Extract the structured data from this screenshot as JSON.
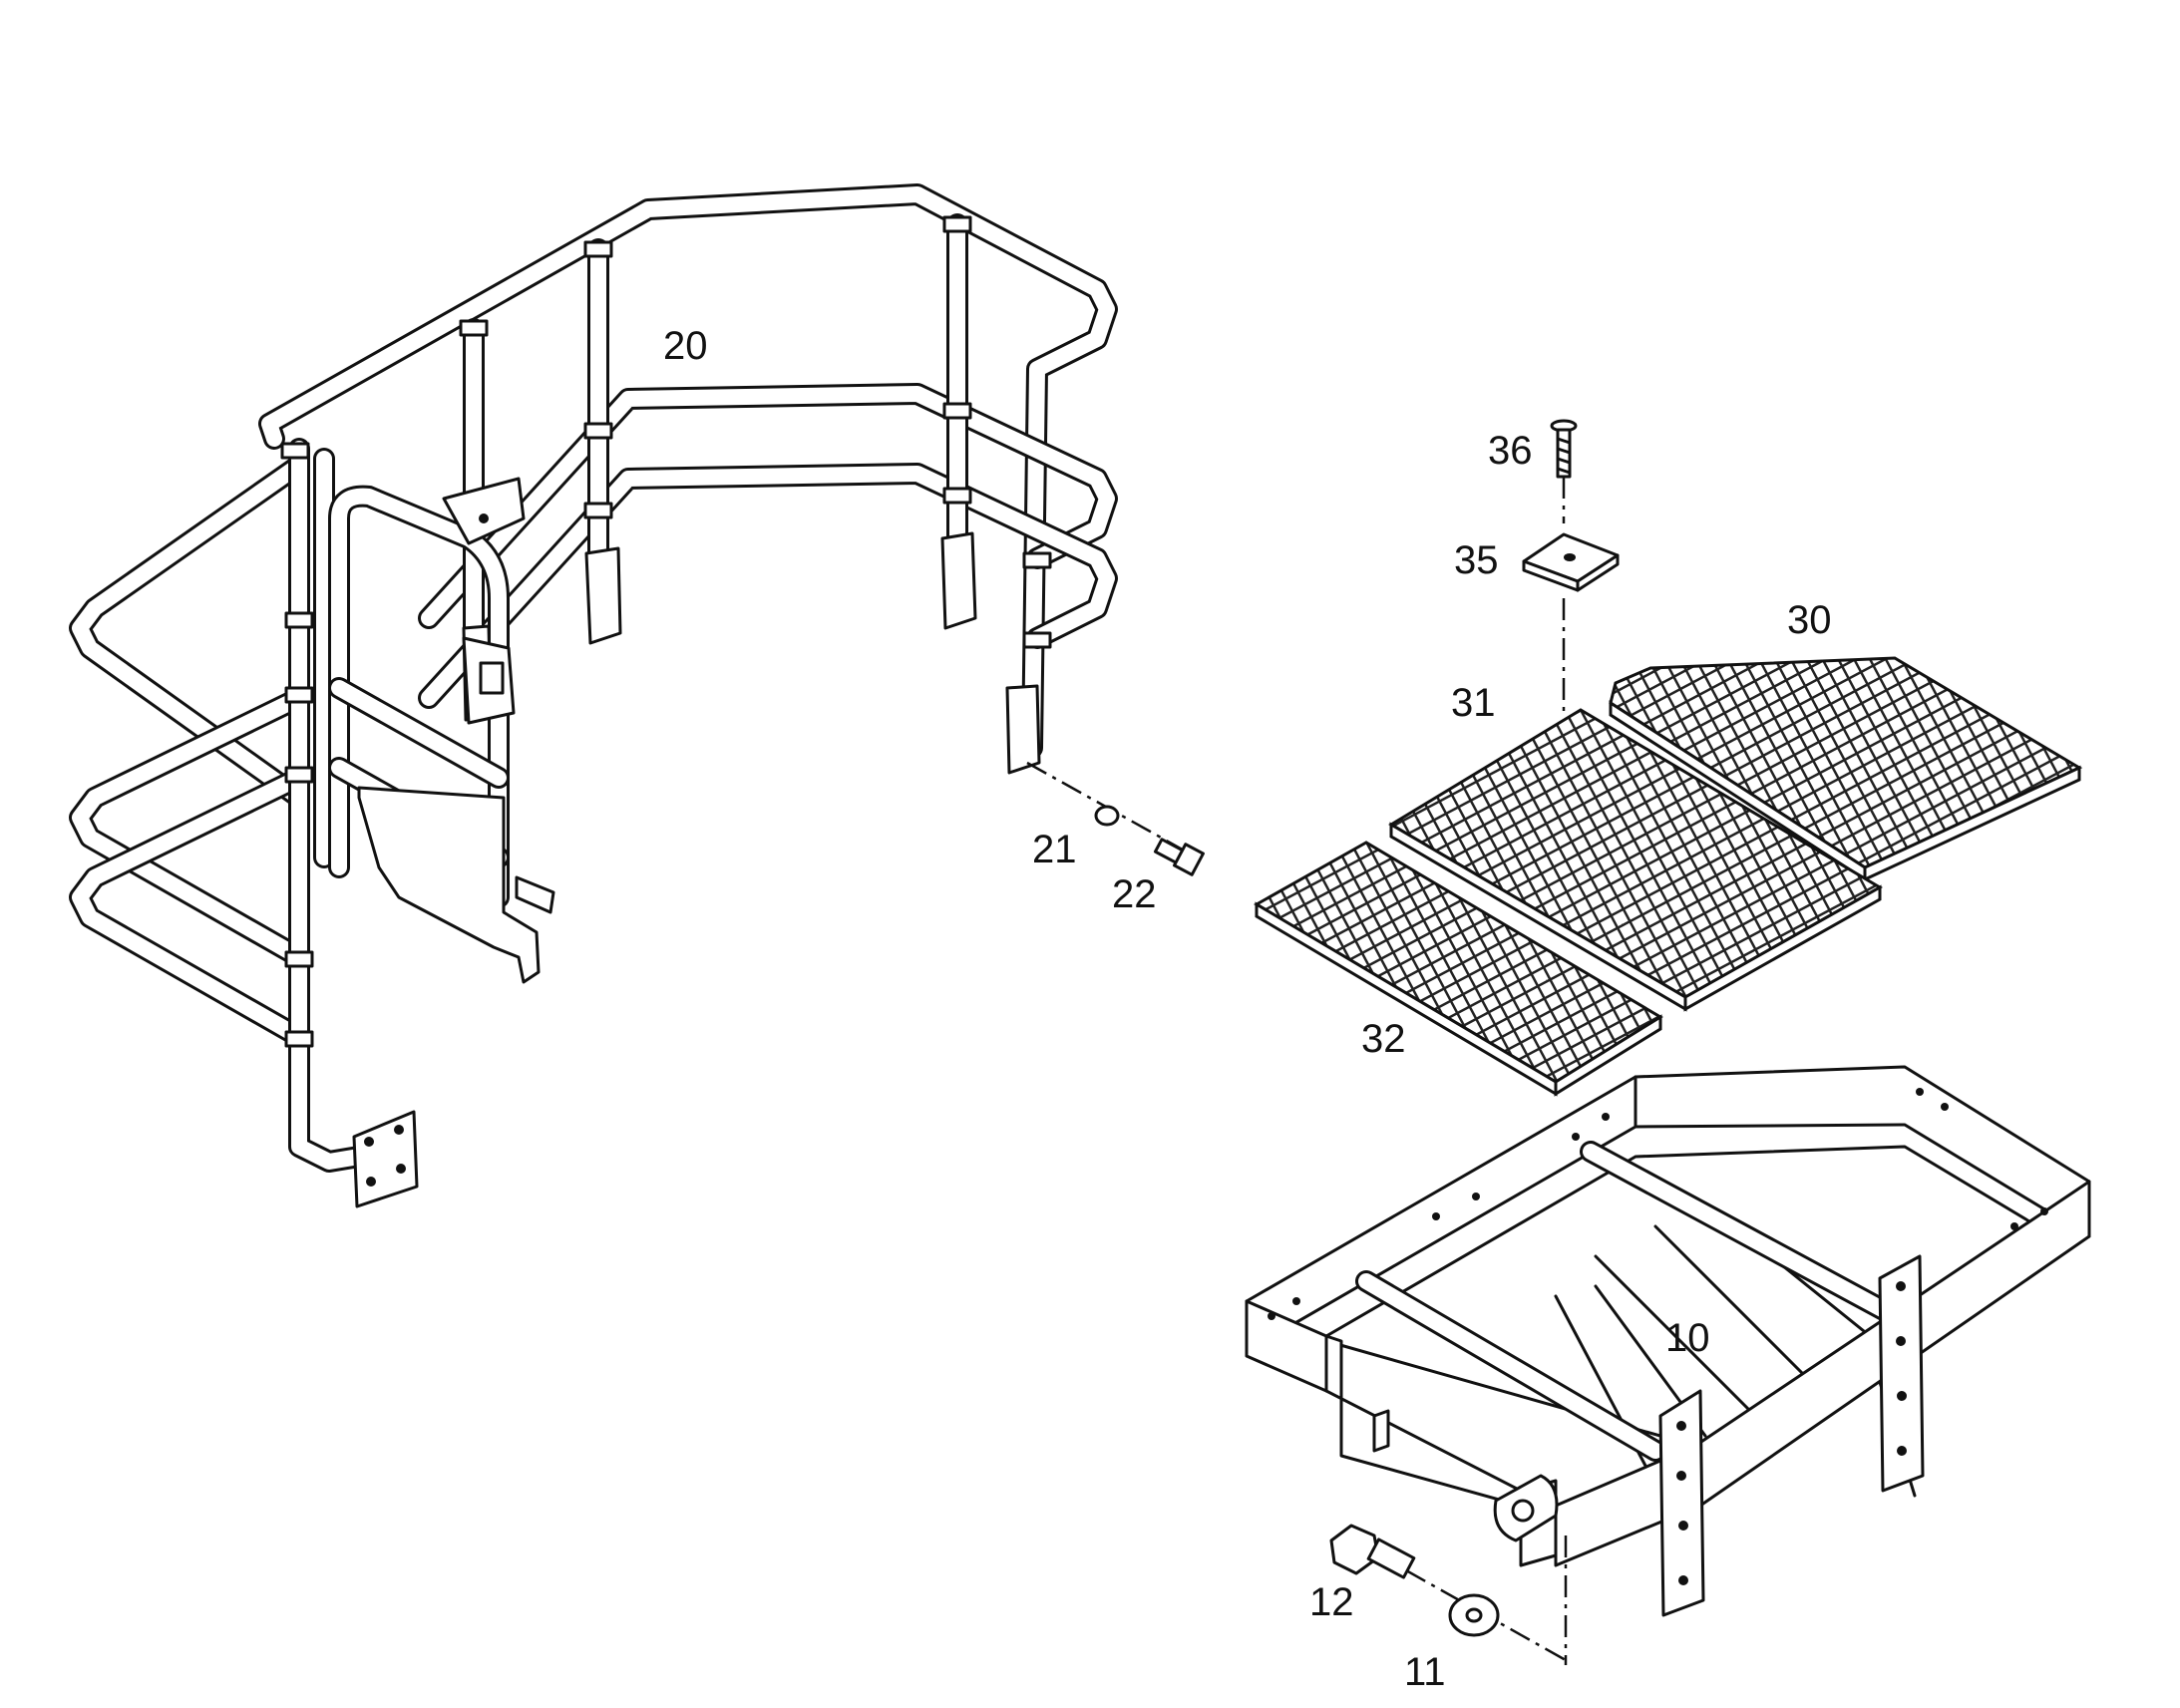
{
  "callouts": {
    "c10": "10",
    "c11": "11",
    "c12": "12",
    "c20": "20",
    "c21": "21",
    "c22": "22",
    "c30": "30",
    "c31": "31",
    "c32": "32",
    "c35": "35",
    "c36": "36"
  }
}
